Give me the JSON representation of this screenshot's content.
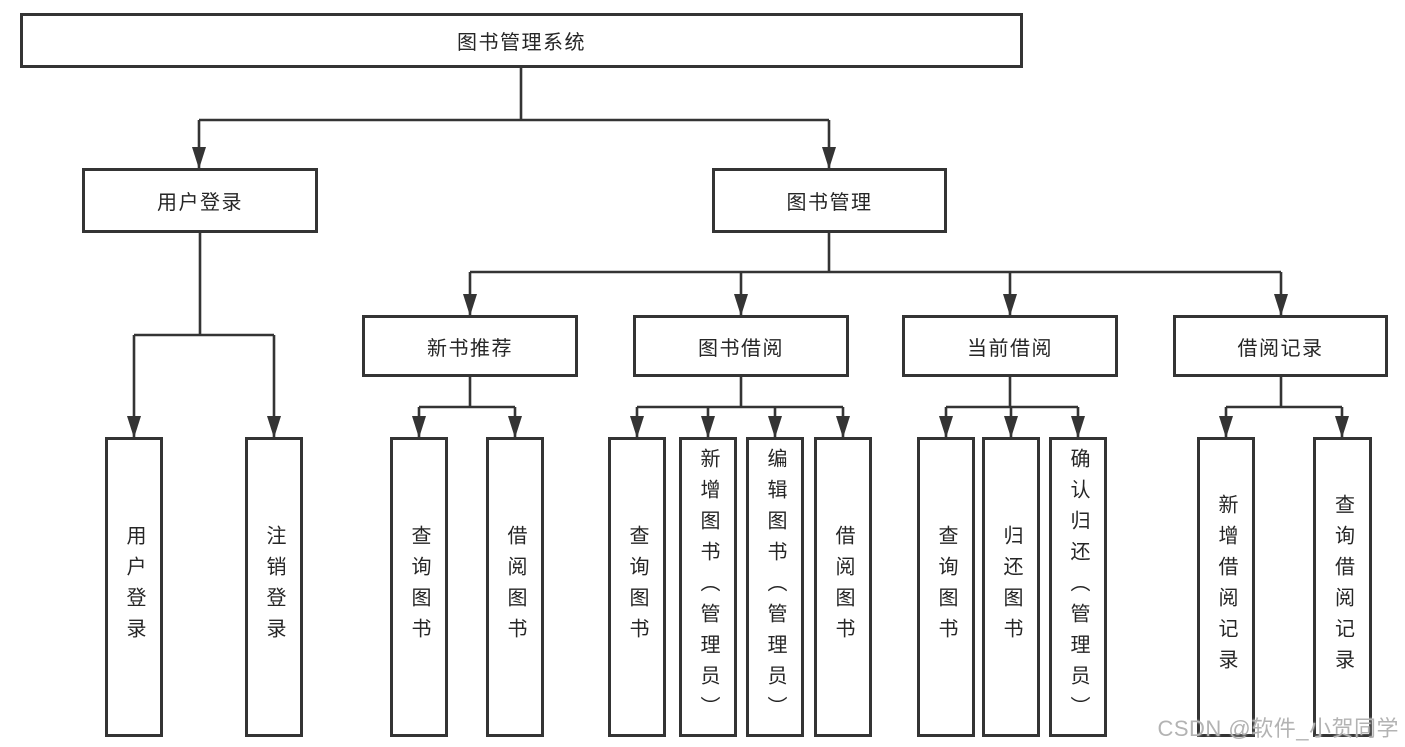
{
  "page": {
    "watermark": "CSDN @软件_小贺同学"
  },
  "colors": {
    "box_border": "#343434",
    "connector": "#343434",
    "text": "#262626",
    "watermark": "#b3b3b3",
    "background": "#ffffff"
  },
  "tree": {
    "label": "图书管理系统",
    "children": [
      {
        "label": "用户登录",
        "children": [
          {
            "label": "用户登录"
          },
          {
            "label": "注销登录"
          }
        ]
      },
      {
        "label": "图书管理",
        "children": [
          {
            "label": "新书推荐",
            "children": [
              {
                "label": "查询图书"
              },
              {
                "label": "借阅图书"
              }
            ]
          },
          {
            "label": "图书借阅",
            "children": [
              {
                "label": "查询图书"
              },
              {
                "label": "新增图书（管理员）"
              },
              {
                "label": "编辑图书（管理员）"
              },
              {
                "label": "借阅图书"
              }
            ]
          },
          {
            "label": "当前借阅",
            "children": [
              {
                "label": "查询图书"
              },
              {
                "label": "归还图书"
              },
              {
                "label": "确认归还（管理员）"
              }
            ]
          },
          {
            "label": "借阅记录",
            "children": [
              {
                "label": "新增借阅记录"
              },
              {
                "label": "查询借阅记录"
              }
            ]
          }
        ]
      }
    ]
  }
}
